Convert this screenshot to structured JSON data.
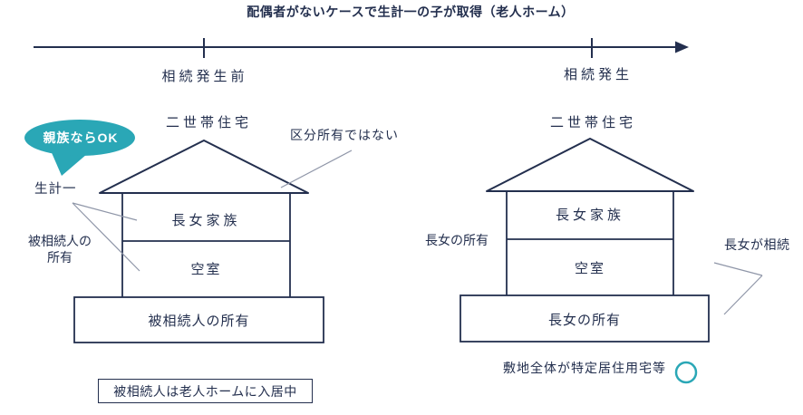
{
  "colors": {
    "ink": "#232F4E",
    "teal": "#2AA7B6",
    "pointer": "#8F96A8",
    "bubble_text": "#FFFFFF"
  },
  "header": {
    "title": "配偶者がないケースで生計一の子が取得（老人ホーム）"
  },
  "timeline": {
    "before_label": "相続発生前",
    "event_label": "相続発生"
  },
  "before": {
    "bubble": "親族ならOK",
    "house_title": "二世帯住宅",
    "not_sectional_note": "区分所有ではない",
    "livelihood_label": "生計一",
    "owner_label_line1": "被相続人の",
    "owner_label_line2": "所有",
    "floor1": "長女家族",
    "floor2": "空室",
    "land": "被相続人の所有",
    "note": "被相続人は老人ホームに入居中"
  },
  "after": {
    "house_title": "二世帯住宅",
    "owner_label": "長女の所有",
    "inherit_label": "長女が相続",
    "floor1": "長女家族",
    "floor2": "空室",
    "land": "長女の所有",
    "conclusion": "敷地全体が特定居住用宅等"
  }
}
